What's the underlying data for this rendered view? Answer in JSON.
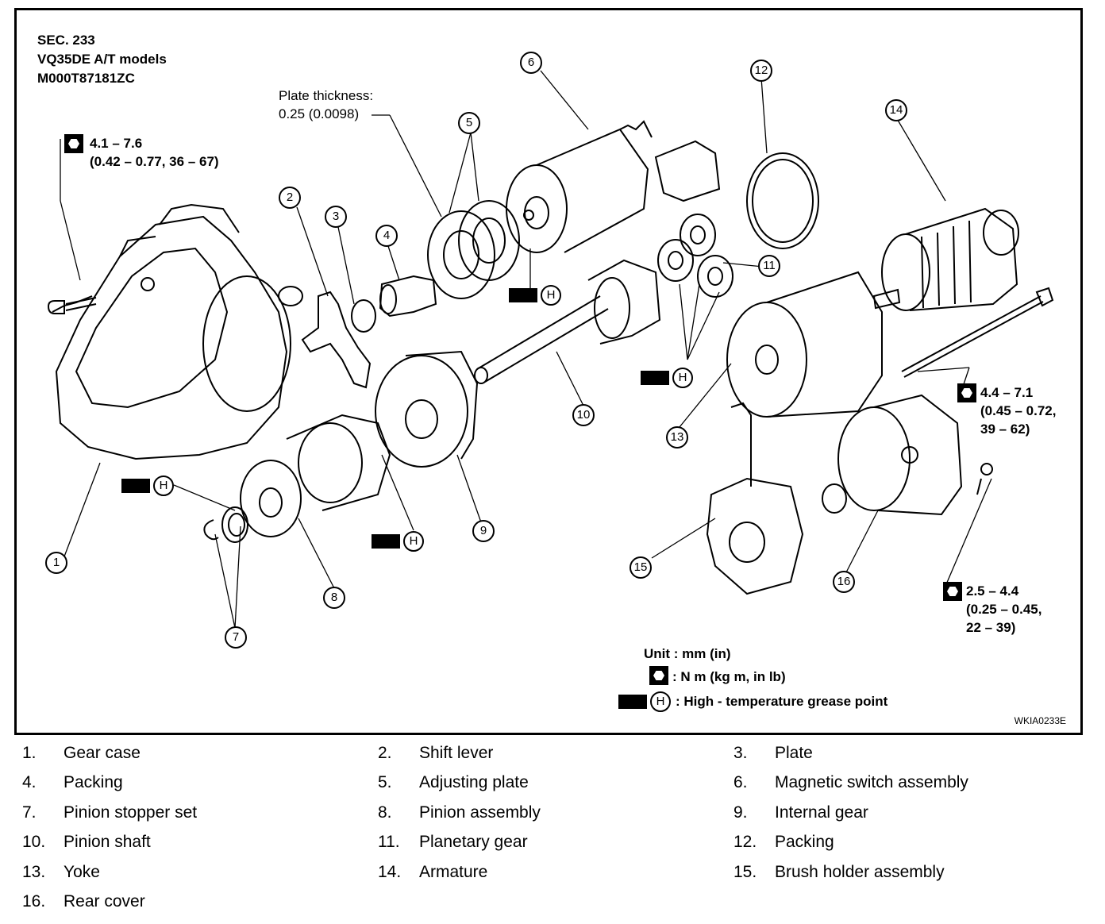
{
  "header": {
    "line1": "SEC. 233",
    "line2": "VQ35DE A/T models",
    "line3": "M000T87181ZC"
  },
  "plate_note": {
    "line1": "Plate thickness:",
    "line2": "0.25 (0.0098)"
  },
  "torques": {
    "t1": {
      "line1": "4.1 – 7.6",
      "line2": "(0.42 – 0.77, 36 – 67)"
    },
    "t2": {
      "line1": "4.4 – 7.1",
      "line2": "(0.45 – 0.72,",
      "line3": "39 – 62)"
    },
    "t3": {
      "line1": "2.5 – 4.4",
      "line2": "(0.25 – 0.45,",
      "line3": "22 – 39)"
    }
  },
  "grease_symbol": "H",
  "callouts": [
    "1",
    "2",
    "3",
    "4",
    "5",
    "6",
    "7",
    "8",
    "9",
    "10",
    "11",
    "12",
    "13",
    "14",
    "15",
    "16"
  ],
  "legend": {
    "unit": "Unit : mm (in)",
    "torque": ": N m (kg   m, in   lb)",
    "grease": ": High - temperature grease point"
  },
  "figure_code": "WKIA0233E",
  "parts": [
    {
      "num": "1.",
      "name": "Gear case"
    },
    {
      "num": "2.",
      "name": "Shift lever"
    },
    {
      "num": "3.",
      "name": "Plate"
    },
    {
      "num": "4.",
      "name": "Packing"
    },
    {
      "num": "5.",
      "name": "Adjusting plate"
    },
    {
      "num": "6.",
      "name": "Magnetic switch assembly"
    },
    {
      "num": "7.",
      "name": "Pinion stopper set"
    },
    {
      "num": "8.",
      "name": "Pinion assembly"
    },
    {
      "num": "9.",
      "name": "Internal gear"
    },
    {
      "num": "10.",
      "name": "Pinion shaft"
    },
    {
      "num": "11.",
      "name": "Planetary gear"
    },
    {
      "num": "12.",
      "name": "Packing"
    },
    {
      "num": "13.",
      "name": "Yoke"
    },
    {
      "num": "14.",
      "name": "Armature"
    },
    {
      "num": "15.",
      "name": "Brush holder assembly"
    },
    {
      "num": "16.",
      "name": "Rear cover"
    }
  ]
}
